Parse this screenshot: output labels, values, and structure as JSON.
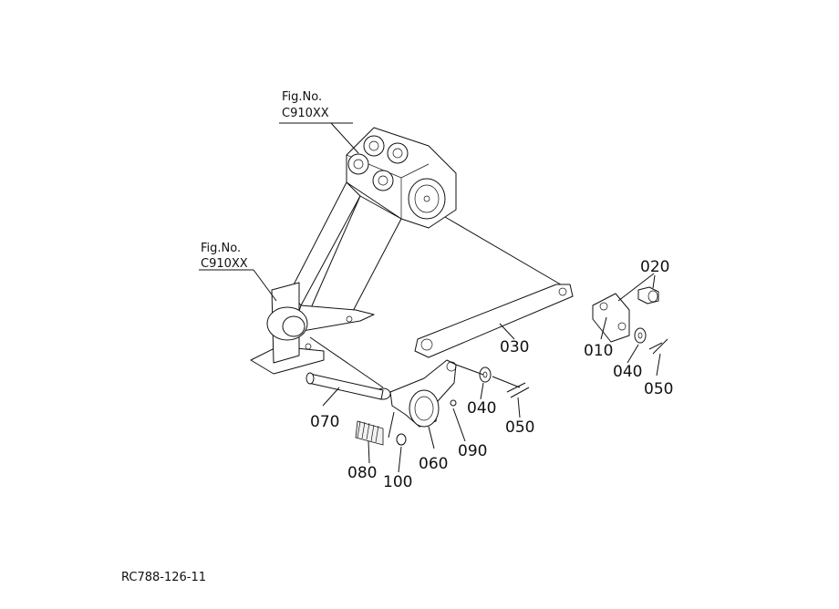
{
  "diagram": {
    "fig_refs": [
      {
        "line1": "Fig.No.",
        "line2": "C910XX"
      },
      {
        "line1": "Fig.No.",
        "line2": "C910XX"
      }
    ],
    "parts": {
      "p010": "010",
      "p020": "020",
      "p030": "030",
      "p040_a": "040",
      "p040_b": "040",
      "p050_a": "050",
      "p050_b": "050",
      "p060": "060",
      "p070": "070",
      "p080": "080",
      "p090": "090",
      "p100": "100"
    },
    "drawing_code": "RC788-126-11"
  }
}
